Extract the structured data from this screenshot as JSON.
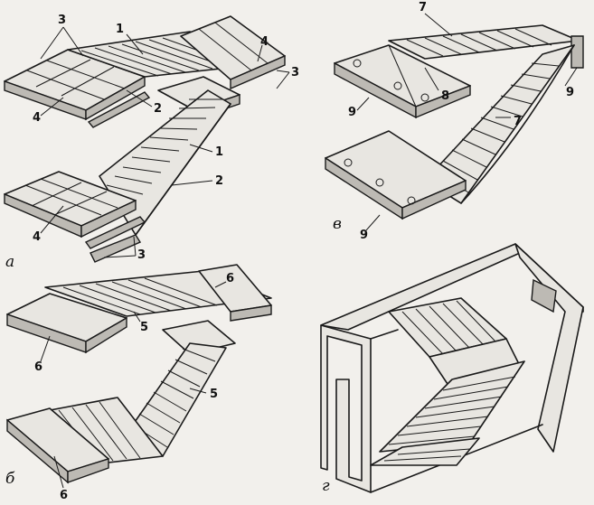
{
  "figure": {
    "panels": [
      {
        "id": "a",
        "letter": "а",
        "callouts": [
          "1",
          "2",
          "3",
          "4"
        ]
      },
      {
        "id": "b",
        "letter": "б",
        "callouts": [
          "5",
          "6"
        ]
      },
      {
        "id": "v",
        "letter": "в",
        "callouts": [
          "7",
          "8",
          "9"
        ]
      },
      {
        "id": "g",
        "letter": "г",
        "callouts": []
      }
    ]
  }
}
